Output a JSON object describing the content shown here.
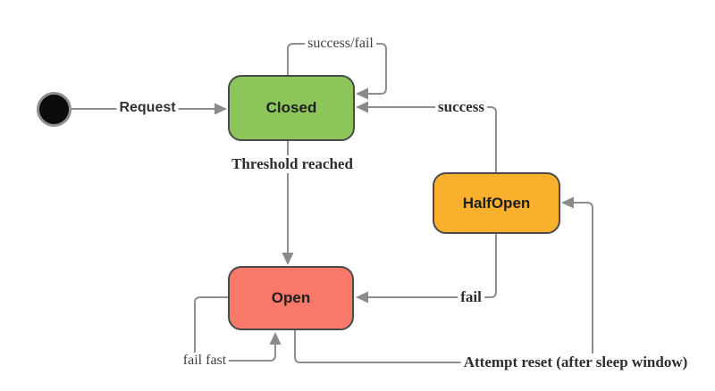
{
  "diagram": {
    "type": "state-machine",
    "states": [
      {
        "id": "closed",
        "label": "Closed"
      },
      {
        "id": "halfopen",
        "label": "HalfOpen"
      },
      {
        "id": "open",
        "label": "Open"
      }
    ],
    "edges": {
      "request": "Request",
      "closed_self": "success/fail",
      "threshold": "Threshold reached",
      "success": "success",
      "fail": "fail",
      "fail_fast": "fail fast",
      "attempt_reset": "Attempt reset (after sleep window)"
    },
    "colors": {
      "closed_fill": "#8CC65B",
      "halfopen_fill": "#F9B02C",
      "open_fill": "#F8796A",
      "state_border": "#4A4A4A",
      "line": "#909090",
      "arrowhead": "#8a8a8a",
      "start_node": "#0b0b0b"
    }
  }
}
